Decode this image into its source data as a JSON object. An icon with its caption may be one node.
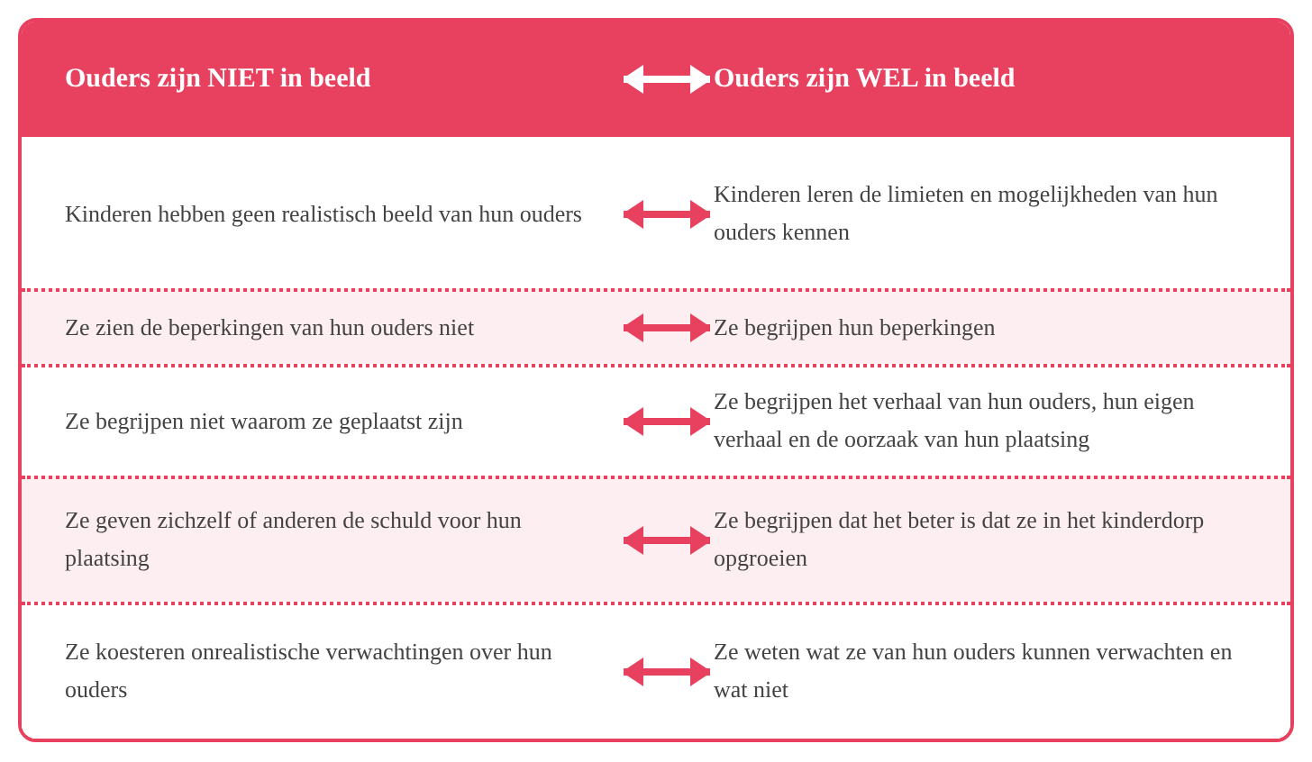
{
  "diagram": {
    "nodes": [
      {
        "text": [
          "Ouders zijn NIET in beeld"
        ]
      },
      {
        "text": [
          "Ouders zijn WEL in beeld"
        ]
      },
      {
        "text": [
          "Kinderen hebben geen realistisch beeld van hun ouders"
        ]
      },
      {
        "text": [
          "Kinderen leren de limieten en mogelijkheden van hun ouders kennen"
        ]
      },
      {
        "text": [
          "Ze zien de beperkingen van hun ouders niet"
        ]
      },
      {
        "text": [
          "Ze begrijpen hun beperkingen"
        ]
      },
      {
        "text": [
          "Ze begrijpen niet waarom ze geplaatst zijn"
        ]
      },
      {
        "text": [
          "Ze begrijpen het verhaal van hun ouders, hun eigen verhaal en de oorzaak van hun plaatsing"
        ]
      },
      {
        "text": [
          "Ze geven zichzelf of anderen de schuld voor hun plaatsing"
        ]
      },
      {
        "text": [
          "Ze begrijpen dat het beter is dat ze in het kinderdorp opgroeien"
        ]
      },
      {
        "text": [
          "Ze koesteren onrealistische verwachtingen over hun ouders"
        ]
      },
      {
        "text": [
          "Ze weten wat ze van hun ouders kunnen verwachten en wat niet"
        ]
      }
    ],
    "edges": [
      {
        "from": 0,
        "to": 1,
        "arrow": "both",
        "color": "#ffffff"
      },
      {
        "from": 2,
        "to": 3,
        "arrow": "both"
      },
      {
        "from": 4,
        "to": 5,
        "arrow": "both"
      },
      {
        "from": 6,
        "to": 7,
        "arrow": "both"
      },
      {
        "from": 8,
        "to": 9,
        "arrow": "both"
      },
      {
        "from": 10,
        "to": 11,
        "arrow": "both"
      }
    ]
  }
}
